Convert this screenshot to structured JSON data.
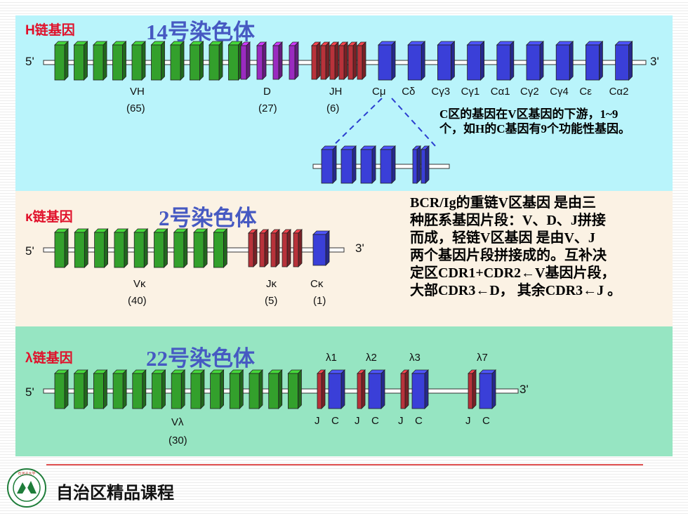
{
  "heavy": {
    "chain_label": "H链基因",
    "chromosome": "14号染色体",
    "five_prime": "5'",
    "three_prime": "3'",
    "labels": [
      {
        "id": "vh",
        "text": "VH"
      },
      {
        "id": "vh_n",
        "text": "(65)"
      },
      {
        "id": "d",
        "text": "D"
      },
      {
        "id": "d_n",
        "text": "(27)"
      },
      {
        "id": "jh",
        "text": "JH"
      },
      {
        "id": "jh_n",
        "text": "(6)"
      }
    ],
    "constant": [
      "Cμ",
      "Cδ",
      "Cγ3",
      "Cγ1",
      "Cα1",
      "Cγ2",
      "Cγ4",
      "Cε",
      "Cα2"
    ],
    "note_lines": [
      "C区的基因在V区基因的下游，1~9",
      "个，如H的C基因有9个功能性基因。"
    ]
  },
  "kappa": {
    "chain_label": "κ链基因",
    "chromosome": "2号染色体",
    "five_prime": "5'",
    "three_prime": "3'",
    "labels": [
      {
        "id": "vk",
        "text": "Vκ"
      },
      {
        "id": "vk_n",
        "text": "(40)"
      },
      {
        "id": "jk",
        "text": "Jκ"
      },
      {
        "id": "jk_n",
        "text": "(5)"
      },
      {
        "id": "ck",
        "text": "Cκ"
      },
      {
        "id": "ck_n",
        "text": "(1)"
      }
    ],
    "note_lines": [
      "BCR/Ig的重链V区基因 是由三",
      "种胚系基因片段：V、D、J拼接",
      "而成，轻链V区基因 是由V、J",
      "两个基因片段拼接成的。互补决",
      "定区CDR1+CDR2←V基因片段，",
      "大部CDR3←D， 其余CDR3←J 。"
    ]
  },
  "lambda": {
    "chain_label": "λ链基因",
    "chromosome": "22号染色体",
    "five_prime": "5'",
    "three_prime": "3'",
    "labels": [
      {
        "id": "vl",
        "text": "Vλ"
      },
      {
        "id": "vl_n",
        "text": "(30)"
      }
    ],
    "cluster_names": [
      "λ1",
      "λ2",
      "λ3",
      "λ7"
    ],
    "jc": [
      [
        "J",
        "C"
      ],
      [
        "J",
        "C"
      ],
      [
        "J",
        "C"
      ],
      [
        "J",
        "C"
      ]
    ]
  },
  "footer": {
    "course": "自治区精品课程",
    "logo_text": "石河子大学"
  },
  "colors": {
    "v_segment": "#33a02c",
    "d_segment": "#9a2bc0",
    "j_segment": "#b8323a",
    "c_segment": "#3a3fd8",
    "chain_label": "#e0102a",
    "chromosome": "#4659c2"
  }
}
